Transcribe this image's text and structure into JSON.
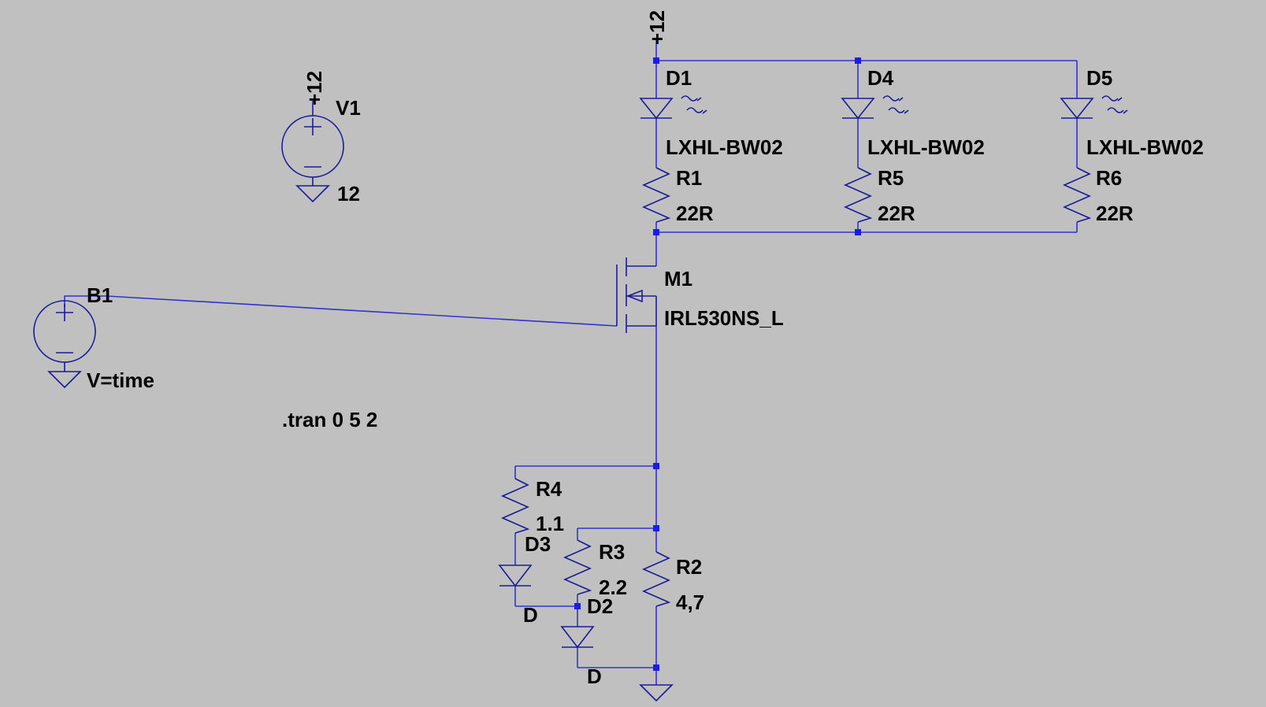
{
  "colors": {
    "background": "#c0c0c0",
    "wire": "#3333cc",
    "symbol": "#1a1a99",
    "junction": "#1a1aee",
    "text": "#000000"
  },
  "nets": {
    "supply_top": "+12",
    "supply_v1": "+12"
  },
  "components": {
    "V1": {
      "name": "V1",
      "value": "12"
    },
    "B1": {
      "name": "B1",
      "value": "V=time"
    },
    "D1": {
      "name": "D1",
      "value": "LXHL-BW02"
    },
    "D4": {
      "name": "D4",
      "value": "LXHL-BW02"
    },
    "D5": {
      "name": "D5",
      "value": "LXHL-BW02"
    },
    "R1": {
      "name": "R1",
      "value": "22R"
    },
    "R5": {
      "name": "R5",
      "value": "22R"
    },
    "R6": {
      "name": "R6",
      "value": "22R"
    },
    "M1": {
      "name": "M1",
      "value": "IRL530NS_L"
    },
    "R4": {
      "name": "R4",
      "value": "1.1"
    },
    "R3": {
      "name": "R3",
      "value": "2.2"
    },
    "R2": {
      "name": "R2",
      "value": "4,7"
    },
    "D3": {
      "name": "D3",
      "value": "D"
    },
    "D2": {
      "name": "D2",
      "value": "D"
    }
  },
  "directives": {
    "tran": ".tran 0 5 2"
  }
}
